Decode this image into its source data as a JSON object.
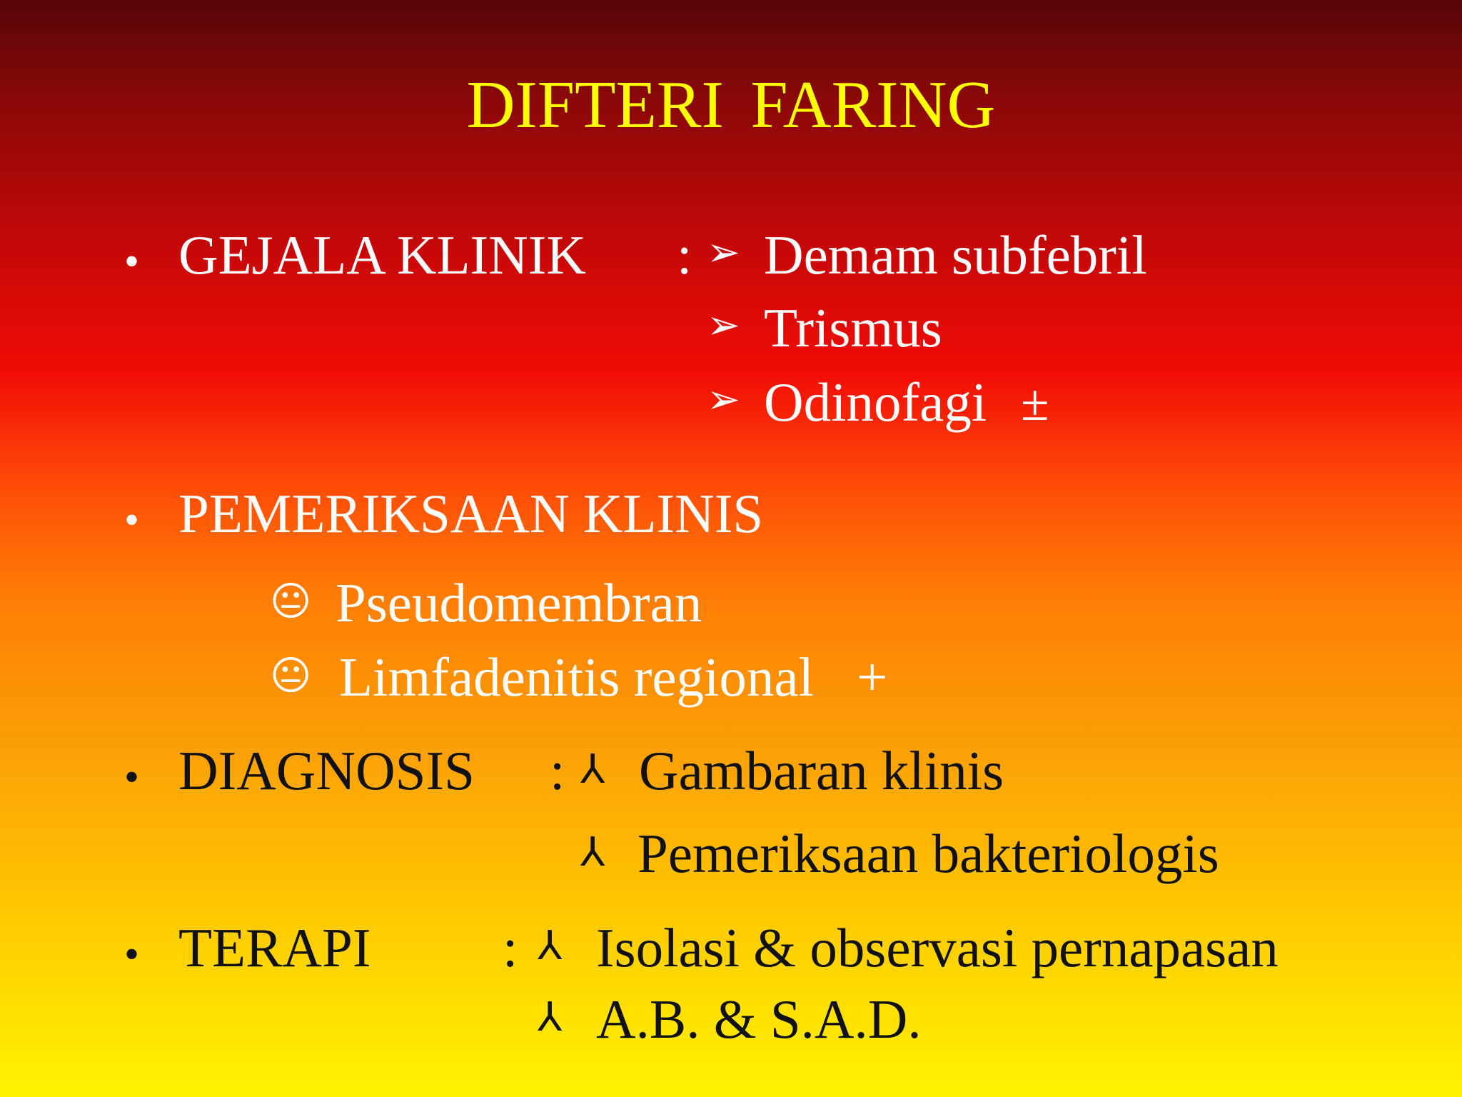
{
  "title": "DIFTERI  FARING",
  "bullet_glyph": "•",
  "sections": {
    "gejala": {
      "label": "GEJALA KLINIK",
      "separator": ":",
      "marker": "➢",
      "items": [
        "Demam subfebril",
        "Trismus",
        "Odinofagi"
      ],
      "trailing_sign": "±"
    },
    "pemeriksaan": {
      "label": "PEMERIKSAAN KLINIS",
      "marker": "😐",
      "items": [
        "Pseudomembran",
        "Limfadenitis regional"
      ],
      "trailing_sign": "+"
    },
    "diagnosis": {
      "label": "DIAGNOSIS",
      "separator": ":",
      "marker": "⅄",
      "items": [
        "Gambaran klinis",
        "Pemeriksaan bakteriologis"
      ]
    },
    "terapi": {
      "label": "TERAPI",
      "separator": ":",
      "marker": "⅄",
      "items": [
        "Isolasi & observasi pernapasan",
        "A.B. & S.A.D."
      ]
    }
  },
  "colors": {
    "title": "#ffff00",
    "upper_text": "#ffffff",
    "lower_text": "#111111",
    "gradient_top": "#560608",
    "gradient_middle": "#f20c06",
    "gradient_bottom": "#fff200"
  },
  "icons": {
    "gejala_marker": "arrowhead-icon",
    "pemeriksaan_marker": "neutral-face-icon",
    "diagnosis_marker": "three-point-star-icon"
  }
}
